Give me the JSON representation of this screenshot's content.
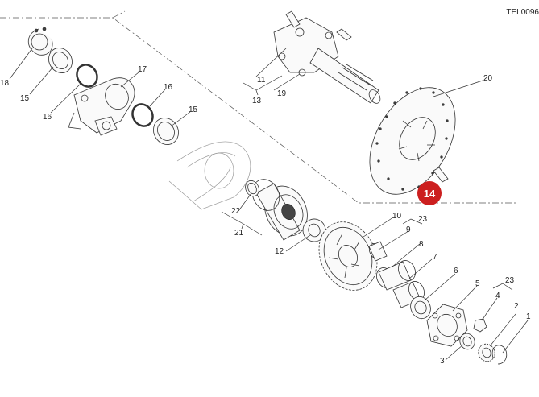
{
  "drawing_code": "TEL0096",
  "highlighted_part": "14",
  "callouts": {
    "c1": "1",
    "c2": "2",
    "c3": "3",
    "c4": "4",
    "c5": "5",
    "c6": "6",
    "c7": "7",
    "c8": "8",
    "c9": "9",
    "c10": "10",
    "c11": "11",
    "c12": "12",
    "c13": "13",
    "c15a": "15",
    "c15b": "15",
    "c16a": "16",
    "c16b": "16",
    "c17": "17",
    "c18": "18",
    "c19": "19",
    "c20": "20",
    "c21": "21",
    "c22": "22",
    "c23a": "23",
    "c23b": "23"
  }
}
